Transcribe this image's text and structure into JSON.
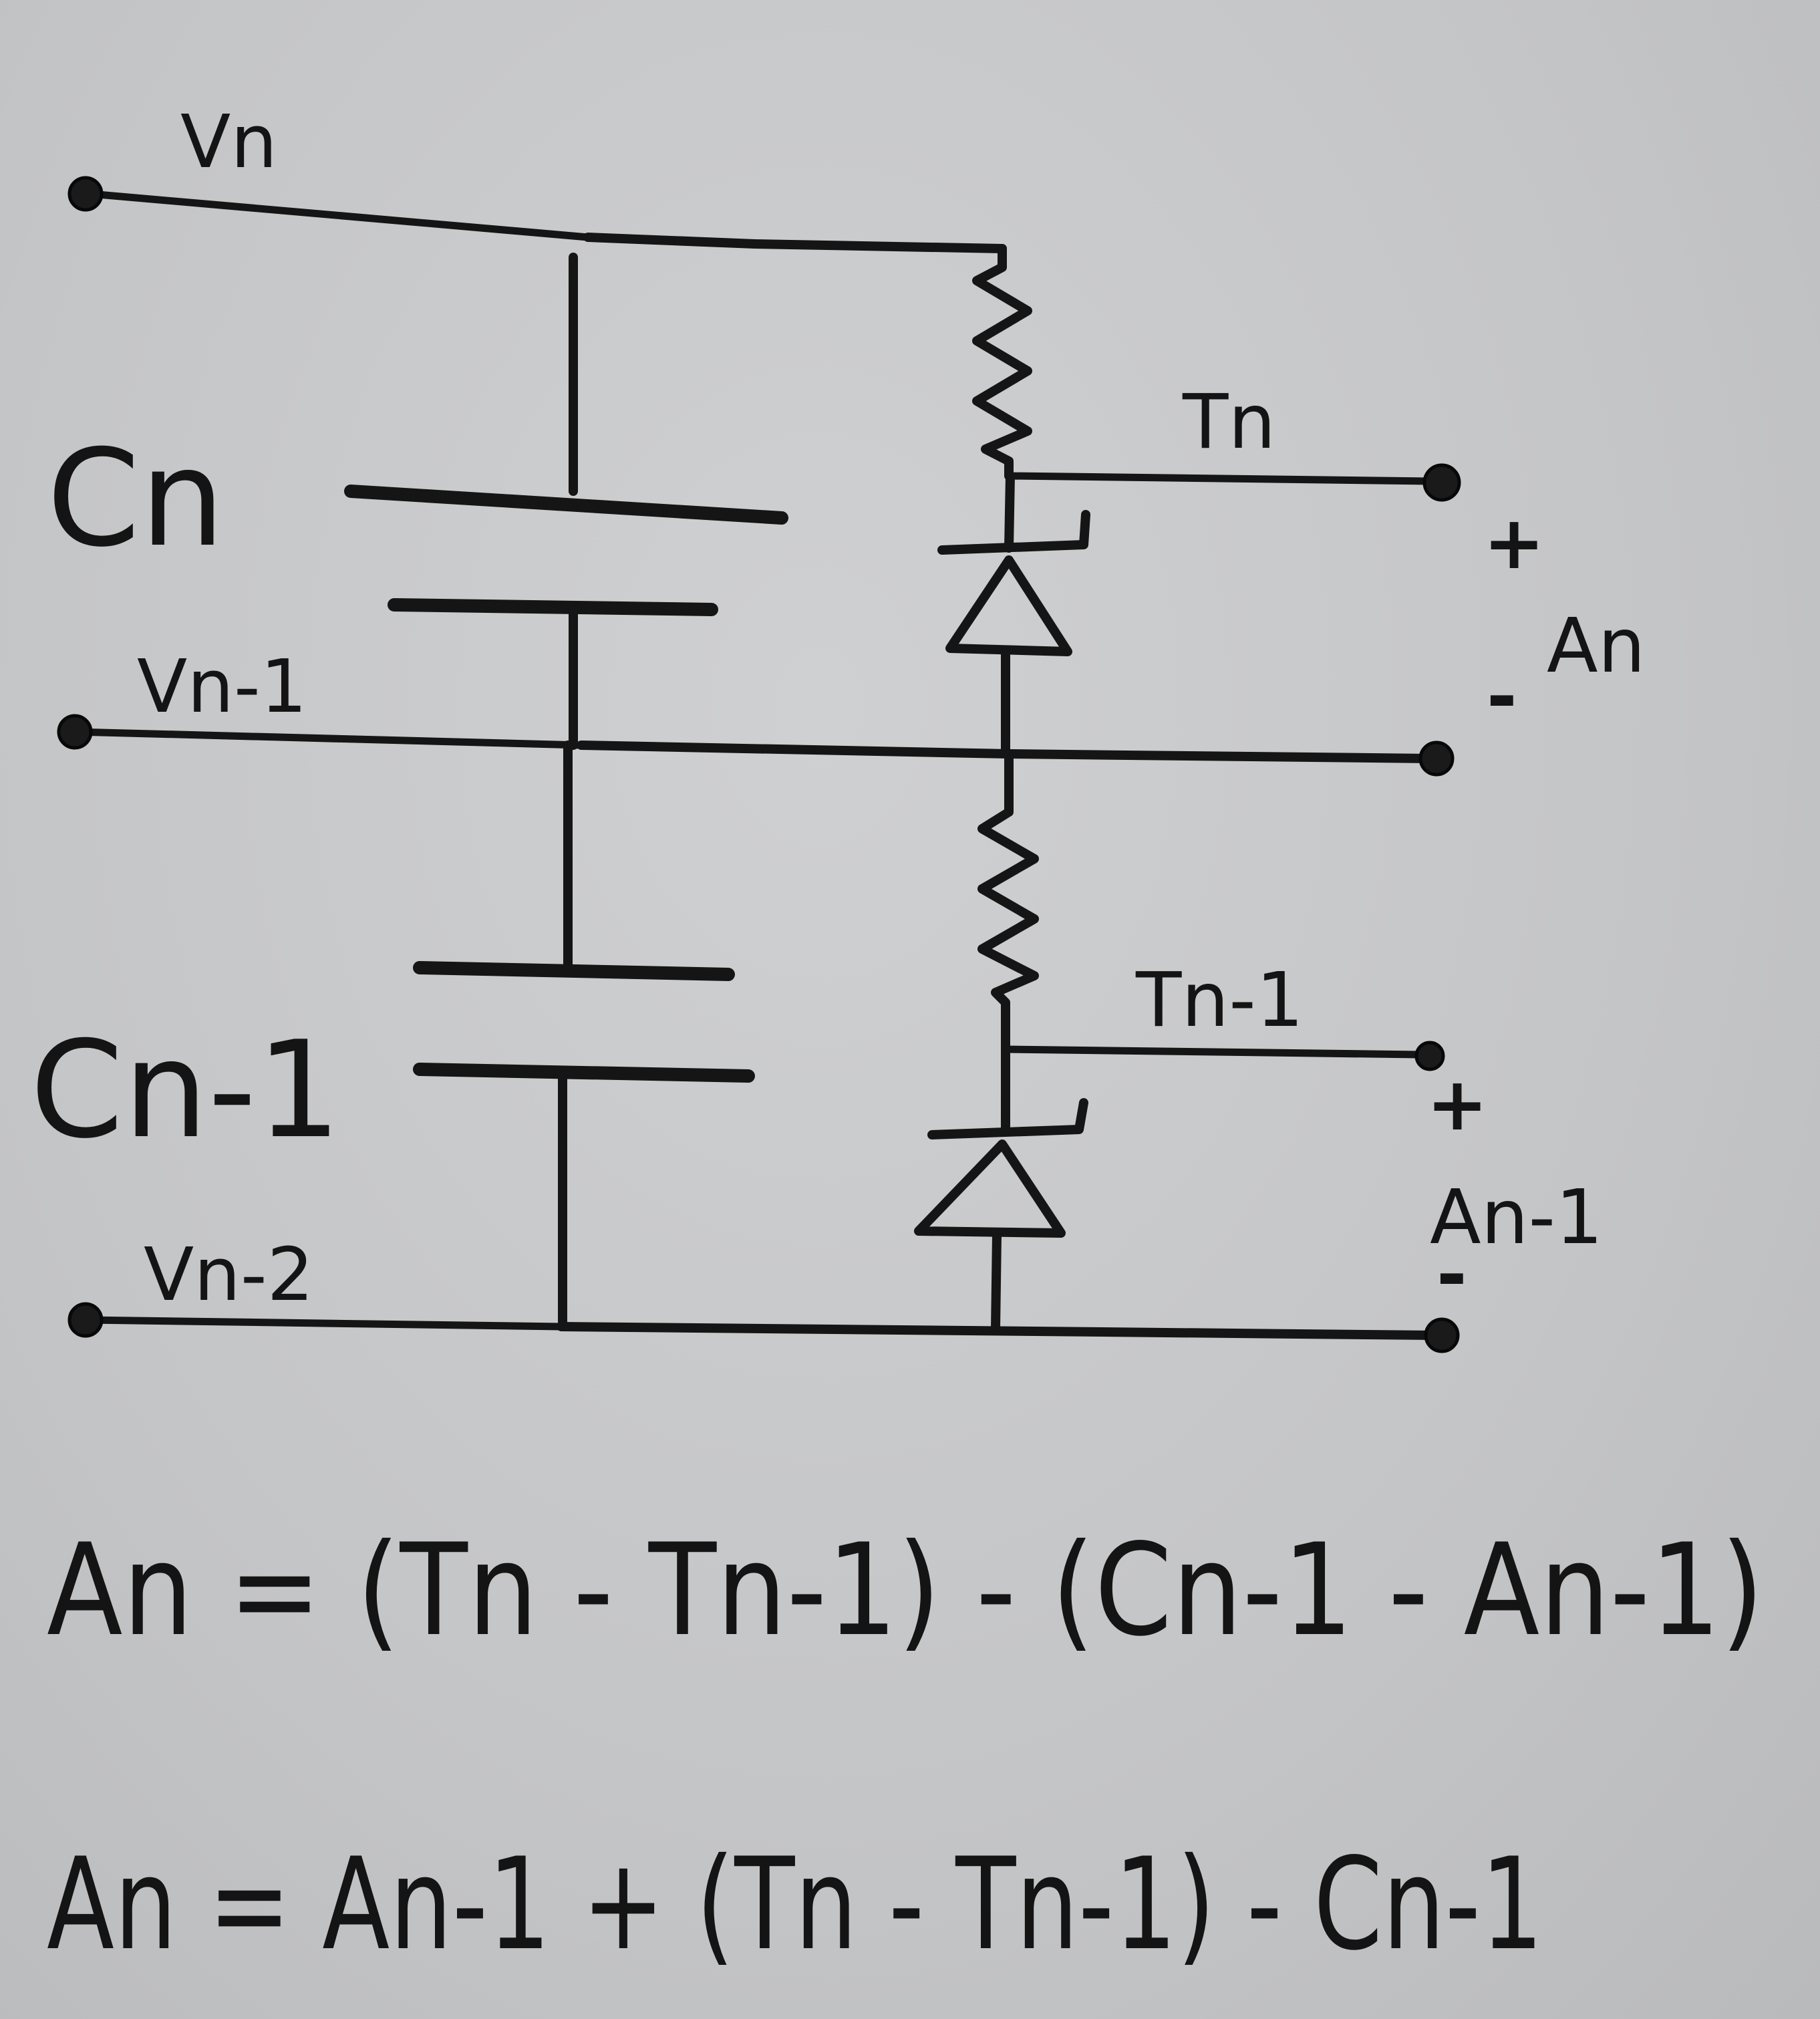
{
  "labels": {
    "vn": "Vn",
    "vn_1": "Vn-1",
    "vn_2": "Vn-2",
    "cn": "Cn",
    "cn_1": "Cn-1",
    "tn": "Tn",
    "tn_1": "Tn-1",
    "an": "An",
    "an_1": "An-1",
    "plus": "+",
    "minus": "-"
  },
  "equations": [
    "An = (Tn - Tn-1) - (Cn-1 - An-1)",
    "An = An-1 + (Tn - Tn-1) - Cn-1"
  ]
}
